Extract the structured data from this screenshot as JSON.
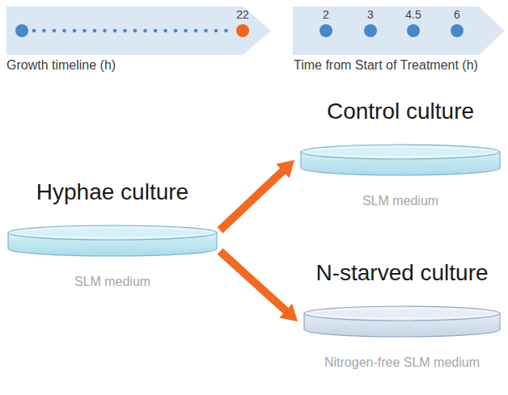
{
  "diagram": {
    "nodes": [
      {
        "text": [
          "Hyphae culture",
          "SLM medium"
        ]
      },
      {
        "text": [
          "Control culture",
          "SLM medium"
        ]
      },
      {
        "text": [
          "N-starved culture",
          "Nitrogen-free SLM medium"
        ]
      }
    ],
    "edges": [
      {
        "from": 0,
        "to": 1,
        "arrow": "to"
      },
      {
        "from": 0,
        "to": 2,
        "arrow": "to"
      }
    ],
    "labels": [
      "22",
      "Growth timeline (h)",
      "2",
      "3",
      "4.5",
      "6",
      "Time from Start of Treatment (h)"
    ]
  }
}
